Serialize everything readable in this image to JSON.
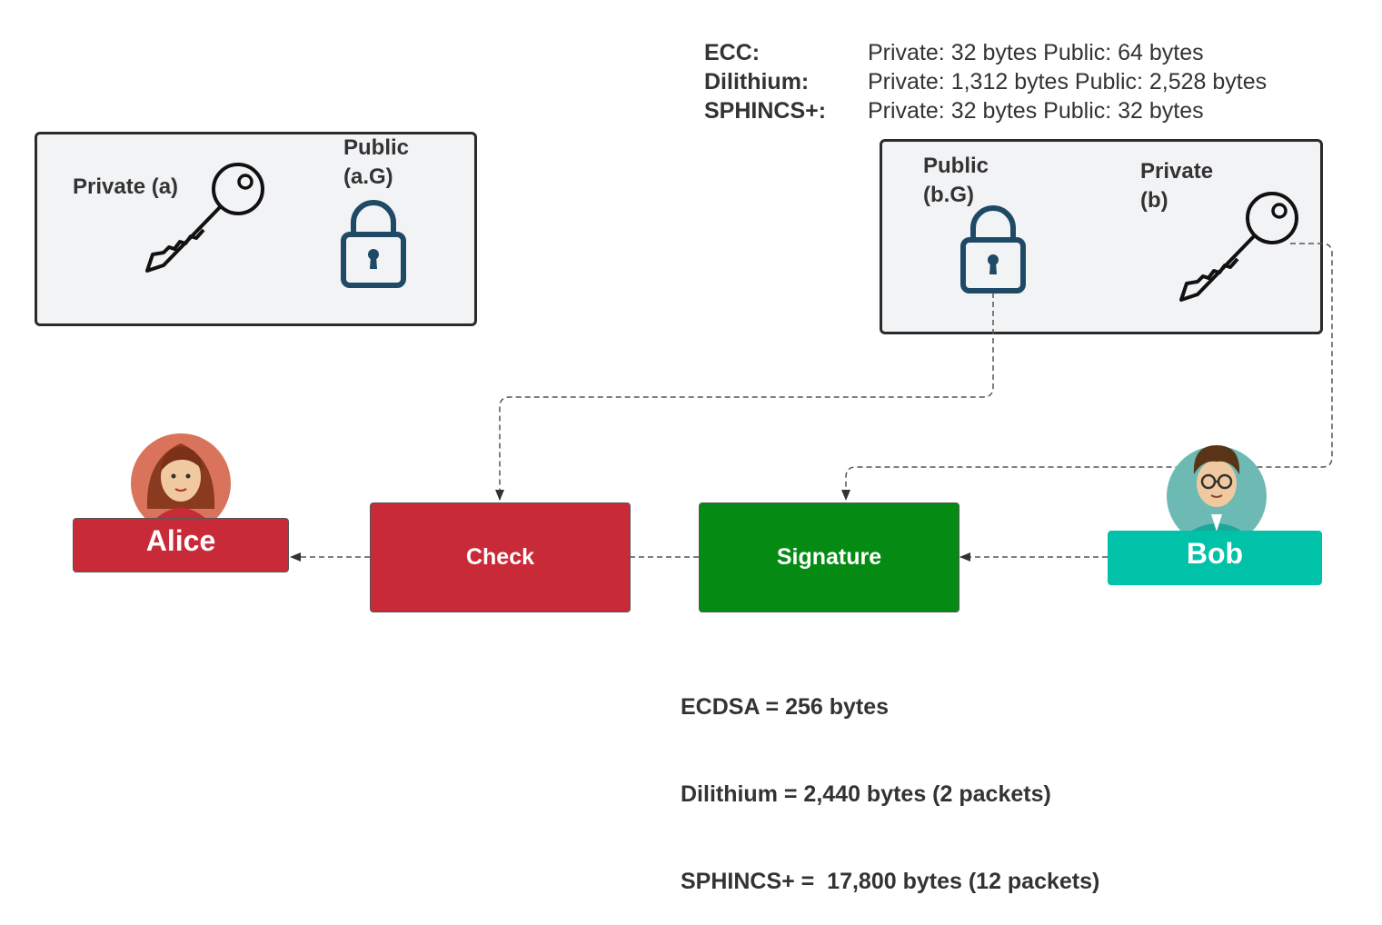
{
  "key_sizes": [
    {
      "algorithm": "ECC:",
      "sizes": "Private: 32 bytes Public: 64 bytes"
    },
    {
      "algorithm": "Dilithium:",
      "sizes": "Private: 1,312 bytes Public: 2,528 bytes"
    },
    {
      "algorithm": "SPHINCS+:",
      "sizes": "Private: 32 bytes Public: 32 bytes"
    }
  ],
  "alice_keys": {
    "private_label": "Private (a)",
    "public_label_line1": "Public",
    "public_label_line2": "(a.G)"
  },
  "bob_keys": {
    "public_label_line1": "Public",
    "public_label_line2": "(b.G)",
    "private_label_line1": "Private",
    "private_label_line2": "(b)"
  },
  "nodes": {
    "alice": "Alice",
    "check": "Check",
    "signature": "Signature",
    "bob": "Bob"
  },
  "signature_sizes": [
    "ECDSA = 256 bytes",
    "Dilithium = 2,440 bytes (2 packets)",
    "SPHINCS+ =  17,800 bytes (12 packets)"
  ],
  "colors": {
    "alice": "#c92a37",
    "check": "#c92a37",
    "signature": "#058b14",
    "bob": "#00c2a8",
    "lock": "#1e4a66",
    "box_fill": "#f2f3f5"
  },
  "icons": {
    "key": "key-icon",
    "lock": "padlock-icon",
    "alice": "alice-avatar",
    "bob": "bob-avatar"
  }
}
